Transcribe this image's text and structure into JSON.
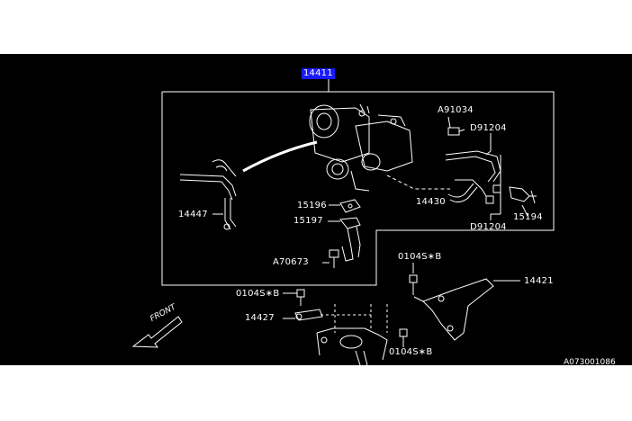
{
  "diagram": {
    "background_color": "#000000",
    "line_color": "#ffffff",
    "highlight_color": "#1a1aff",
    "front_label": "FRONT",
    "diagram_code": "A073001086",
    "parts": [
      {
        "id": "14411",
        "label": "14411",
        "highlighted": true
      },
      {
        "id": "A91034",
        "label": "A91034"
      },
      {
        "id": "D91204-upper",
        "label": "D91204"
      },
      {
        "id": "15196",
        "label": "15196"
      },
      {
        "id": "15197",
        "label": "15197"
      },
      {
        "id": "14447",
        "label": "14447"
      },
      {
        "id": "14430",
        "label": "14430"
      },
      {
        "id": "15194",
        "label": "15194"
      },
      {
        "id": "D91204-lower",
        "label": "D91204"
      },
      {
        "id": "A70673",
        "label": "A70673"
      },
      {
        "id": "0104S-B-upper",
        "label": "0104S∗B"
      },
      {
        "id": "14421",
        "label": "14421"
      },
      {
        "id": "0104S-B-left",
        "label": "0104S∗B"
      },
      {
        "id": "14427",
        "label": "14427"
      },
      {
        "id": "0104S-B-lower",
        "label": "0104S∗B"
      }
    ]
  }
}
